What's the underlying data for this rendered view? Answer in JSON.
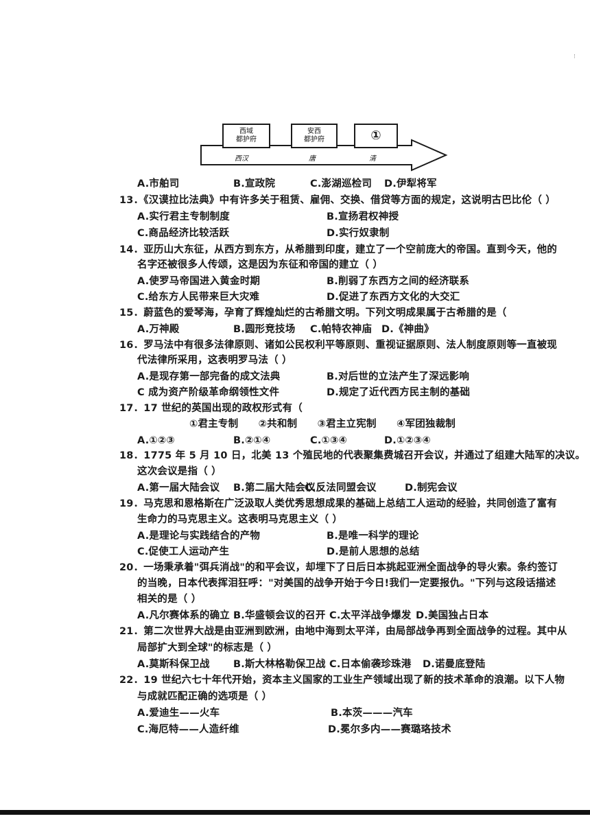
{
  "diagram": {
    "box1": [
      "西域",
      "都护府"
    ],
    "box2": [
      "安西",
      "都护府"
    ],
    "box3": "①",
    "arrow_labels": [
      "西汉",
      "唐",
      "清"
    ]
  },
  "q12_options": {
    "a": "A.市舶司",
    "b": "B.宣政院",
    "c": "C.澎湖巡检司",
    "d": "D.伊犁将军"
  },
  "q13": {
    "stem": "13．《汉谟拉比法典》中有许多关于租赁、雇佣、交换、借贷等方面的规定，这说明古巴比伦（ ）",
    "a": "A.实行君主专制制度",
    "b": "B.宣扬君权神授",
    "c": "C.商品经济比较活跃",
    "d": "D.实行奴隶制"
  },
  "q14": {
    "stem1": "14．亚历山大东征，从西方到东方，从希腊到印度，建立了一个空前庞大的帝国。直到今天，他的",
    "stem2": "名字还被很多人传颂，这是因为东征和帝国的建立（ ）",
    "a": "A.使罗马帝国进入黄金时期",
    "b": "B.削弱了东西方之间的经济联系",
    "c": "C.给东方人民带来巨大灾难",
    "d": "D.促进了东西方文化的大交汇"
  },
  "q15": {
    "stem": "15．蔚蓝色的爱琴海，孕育了辉煌灿烂的古希腊文明。下列文明成果属于古希腊的是（",
    "a": "A.万神殿",
    "b": "B.圆形竞技场",
    "c": "C.帕特农神庙",
    "d": "D.《神曲》"
  },
  "q16": {
    "stem1": "16．罗马法中有很多法律原则、诸如公民权利平等原则、重视证据原则、法人制度原则等一直被现",
    "stem2": "代法律所采用，这表明罗马法（ ）",
    "a": "A.是现存第一部完备的成文法典",
    "b": "B.对后世的立法产生了深远影响",
    "c": "C 成为资产阶级革命纲领性文件",
    "d": "D.规定了近代西方民主制的基础"
  },
  "q17": {
    "stem": "17．17 世纪的英国出现的政权形式有（",
    "items": "①君主专制　　②共和制　　③君主立宪制　　④军团独裁制",
    "a": "A.①②③",
    "b": "B.②①④",
    "c": "C.①③④",
    "d": "D.①②③④"
  },
  "q18": {
    "stem1": "18．1775 年 5 月 10 日，北美 13 个殖民地的代表聚集费城召开会议，并通过了组建大陆军的决议。",
    "stem2": "这次会议是指（ ）",
    "a": "A.第一届大陆会议",
    "b": "B.第二届大陆会议",
    "c": "C.反法同盟会议",
    "d": "D.制宪会议"
  },
  "q19": {
    "stem1": "19．马克思和恩格斯在广泛汲取人类优秀思想成果的基础上总结工人运动的经验，共同创造了富有",
    "stem2": "生命力的马克思主义。这表明马克思主义（ ）",
    "a": "A.是理论与实践结合的产物",
    "b": "B.是唯一科学的理论",
    "c": "C.促使工人运动产生",
    "d": "D.是前人思想的总结"
  },
  "q20": {
    "stem1": "20．一场秉承着\"弭兵消战\"的和平会议，却埋下了日后日本挑起亚洲全面战争的导火索。条约签订",
    "stem2": "的当晚，日本代表挥泪狂呼：\"对美国的战争开始于今日!我们一定要报仇。\"下列与这段话描述",
    "stem3": "相关的是（ ）",
    "a": "A.凡尔赛体系的确立",
    "b": "B.华盛顿会议的召开",
    "c": "C.太平洋战争爆发",
    "d": "D.美国独占日本"
  },
  "q21": {
    "stem1": "21．第二次世界大战是由亚洲到欧洲，由地中海到太平洋，由局部战争再到全面战争的过程。其中从",
    "stem2": "局部扩大到全球\"的标志是（ ）",
    "a": "A.莫斯科保卫战",
    "b": "B.斯大林格勒保卫战",
    "c": "C.日本偷袭珍珠港",
    "d": "D.诺曼底登陆"
  },
  "q22": {
    "stem1": "22．19 世纪六七十年代开始，资本主义国家的工业生产领域出现了新的技术革命的浪潮。以下人物",
    "stem2": "与成就匹配正确的选项是（ ）",
    "a": "A.爱迪生——火车",
    "b": "B.本茨———汽车",
    "c": "C.海厄特——人造纤维",
    "d": "D.冕尔多内——赛璐珞技术"
  }
}
